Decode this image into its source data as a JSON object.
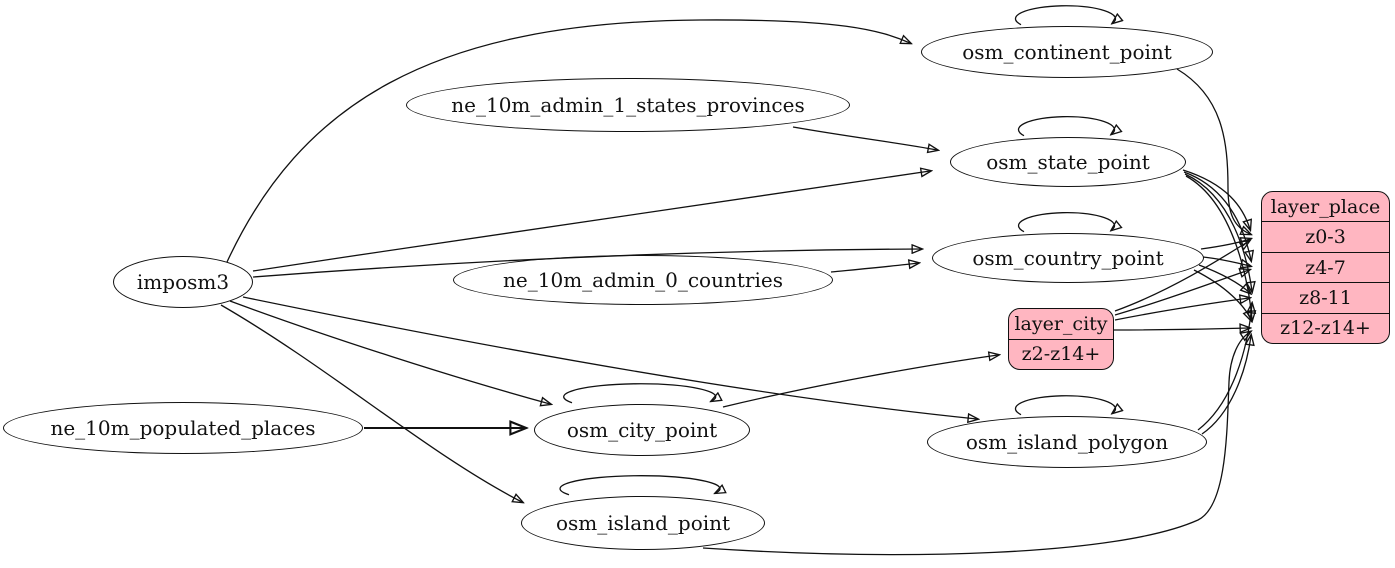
{
  "diagram": {
    "kind": "etl-graph",
    "background_color": "#ffffff",
    "node_fill": "#ffffff",
    "record_fill": "#ffb6c1",
    "stroke_color": "#111111"
  },
  "nodes": {
    "imposm3": {
      "label": "imposm3"
    },
    "ne_10m_admin_1_states_provinces": {
      "label": "ne_10m_admin_1_states_provinces"
    },
    "ne_10m_admin_0_countries": {
      "label": "ne_10m_admin_0_countries"
    },
    "ne_10m_populated_places": {
      "label": "ne_10m_populated_places"
    },
    "osm_continent_point": {
      "label": "osm_continent_point"
    },
    "osm_state_point": {
      "label": "osm_state_point"
    },
    "osm_country_point": {
      "label": "osm_country_point"
    },
    "osm_city_point": {
      "label": "osm_city_point"
    },
    "osm_island_point": {
      "label": "osm_island_point"
    },
    "osm_island_polygon": {
      "label": "osm_island_polygon"
    }
  },
  "records": {
    "layer_city": {
      "title": "layer_city",
      "rows": [
        "z2-z14+"
      ]
    },
    "layer_place": {
      "title": "layer_place",
      "rows": [
        "z0-3",
        "z4-7",
        "z8-11",
        "z12-z14+"
      ]
    }
  },
  "edges": [
    {
      "from": "imposm3",
      "to": "osm_continent_point"
    },
    {
      "from": "imposm3",
      "to": "osm_state_point"
    },
    {
      "from": "imposm3",
      "to": "osm_country_point"
    },
    {
      "from": "imposm3",
      "to": "osm_city_point"
    },
    {
      "from": "imposm3",
      "to": "osm_island_point"
    },
    {
      "from": "imposm3",
      "to": "osm_island_polygon"
    },
    {
      "from": "ne_10m_admin_1_states_provinces",
      "to": "osm_state_point"
    },
    {
      "from": "ne_10m_admin_0_countries",
      "to": "osm_country_point"
    },
    {
      "from": "ne_10m_populated_places",
      "to": "osm_city_point"
    },
    {
      "from": "osm_continent_point",
      "to": "osm_continent_point"
    },
    {
      "from": "osm_state_point",
      "to": "osm_state_point"
    },
    {
      "from": "osm_country_point",
      "to": "osm_country_point"
    },
    {
      "from": "osm_city_point",
      "to": "osm_city_point"
    },
    {
      "from": "osm_island_point",
      "to": "osm_island_point"
    },
    {
      "from": "osm_island_polygon",
      "to": "osm_island_polygon"
    },
    {
      "from": "osm_continent_point",
      "to": "layer_place",
      "port": "z0-3"
    },
    {
      "from": "osm_state_point",
      "to": "layer_place",
      "port": "z0-3"
    },
    {
      "from": "osm_state_point",
      "to": "layer_place",
      "port": "z4-7"
    },
    {
      "from": "osm_state_point",
      "to": "layer_place",
      "port": "z8-11"
    },
    {
      "from": "osm_state_point",
      "to": "layer_place",
      "port": "z12-z14+"
    },
    {
      "from": "osm_country_point",
      "to": "layer_place",
      "port": "z0-3"
    },
    {
      "from": "osm_country_point",
      "to": "layer_place",
      "port": "z4-7"
    },
    {
      "from": "osm_country_point",
      "to": "layer_place",
      "port": "z8-11"
    },
    {
      "from": "osm_country_point",
      "to": "layer_place",
      "port": "z12-z14+"
    },
    {
      "from": "osm_island_polygon",
      "to": "layer_place",
      "port": "z8-11"
    },
    {
      "from": "osm_island_polygon",
      "to": "layer_place",
      "port": "z12-z14+"
    },
    {
      "from": "osm_island_point",
      "to": "layer_place",
      "port": "z12-z14+"
    },
    {
      "from": "osm_city_point",
      "to": "layer_city",
      "port": "z2-z14+"
    },
    {
      "from": "layer_city",
      "to": "layer_place",
      "port": "z0-3"
    },
    {
      "from": "layer_city",
      "to": "layer_place",
      "port": "z4-7"
    },
    {
      "from": "layer_city",
      "to": "layer_place",
      "port": "z8-11"
    },
    {
      "from": "layer_city",
      "to": "layer_place",
      "port": "z12-z14+"
    }
  ]
}
